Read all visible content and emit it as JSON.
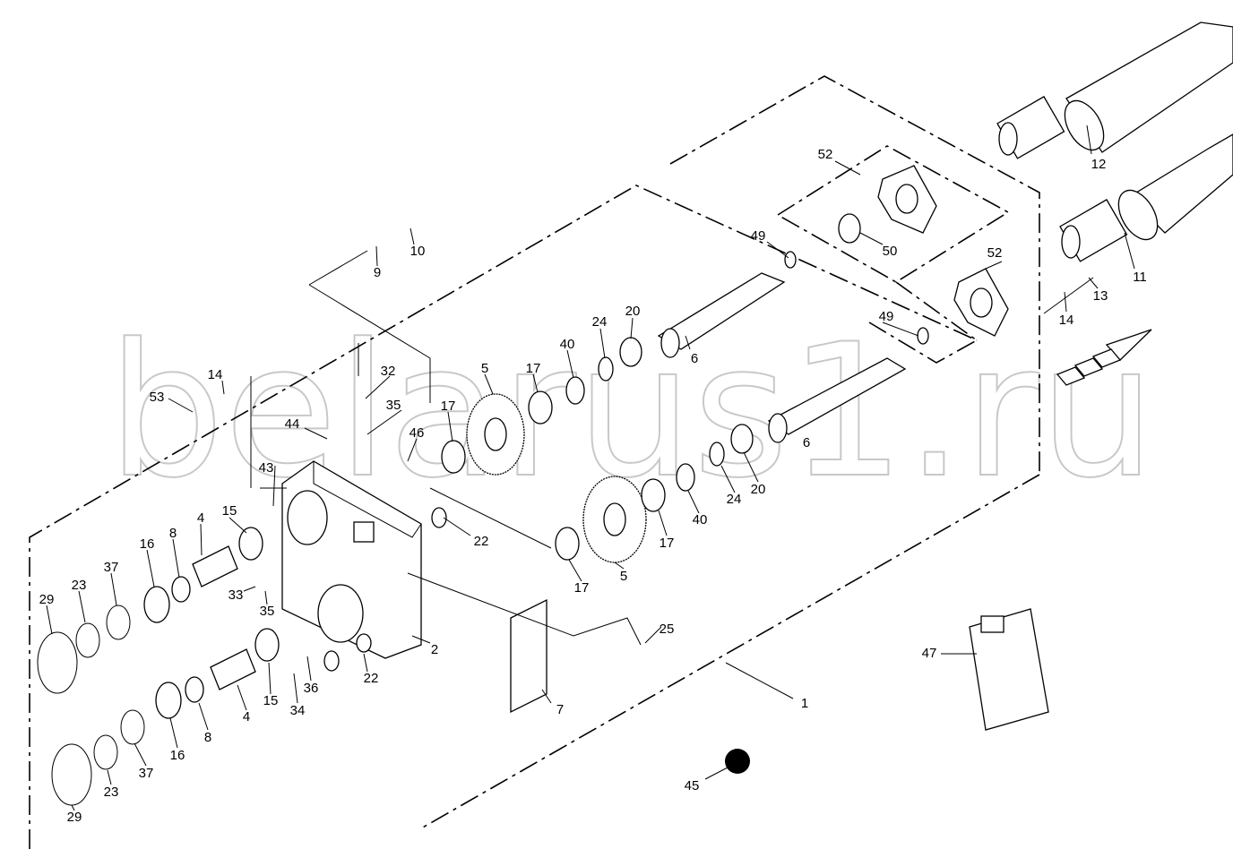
{
  "watermark": "belarus1.ru",
  "colors": {
    "line": "#000000",
    "watermark": "#c8c8c8",
    "background": "#ffffff"
  },
  "labels": [
    "52",
    "12",
    "50",
    "49",
    "52",
    "11",
    "13",
    "14",
    "49",
    "20",
    "24",
    "40",
    "6",
    "5",
    "17",
    "14",
    "53",
    "32",
    "35",
    "17",
    "46",
    "44",
    "6",
    "43",
    "20",
    "24",
    "40",
    "17",
    "22",
    "15",
    "16",
    "8",
    "4",
    "37",
    "23",
    "29",
    "33",
    "35",
    "5",
    "17",
    "25",
    "2",
    "22",
    "36",
    "34",
    "15",
    "4",
    "8",
    "16",
    "37",
    "23",
    "29",
    "47",
    "1",
    "7",
    "45",
    "9",
    "10"
  ]
}
